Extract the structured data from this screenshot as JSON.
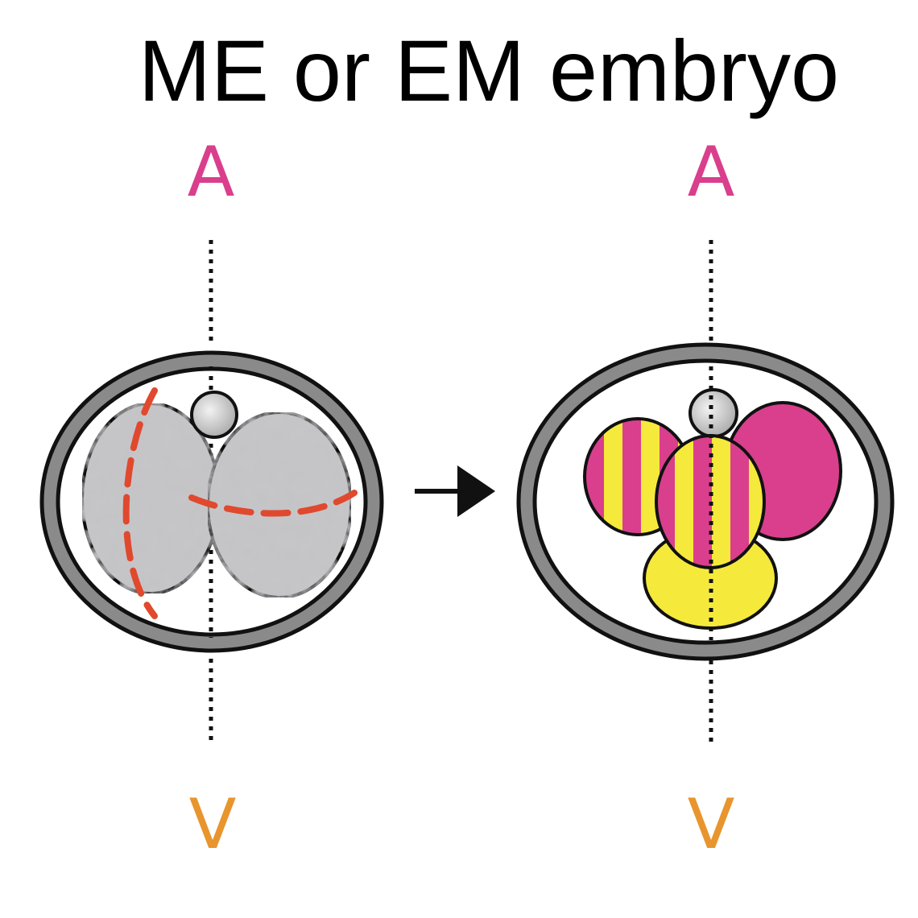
{
  "title": "ME or EM embryo",
  "axis": {
    "top_label": "A",
    "bottom_label": "V"
  },
  "colors": {
    "animal_pink": "#d93f8c",
    "vegetal_yellow": "#f5ea3c",
    "vegetal_orange": "#e8952e",
    "membrane_gray": "#8a8a8a",
    "cleavage_red": "#e0492e",
    "outline": "#111111"
  },
  "icons": {
    "transition": "arrow-right-icon"
  }
}
